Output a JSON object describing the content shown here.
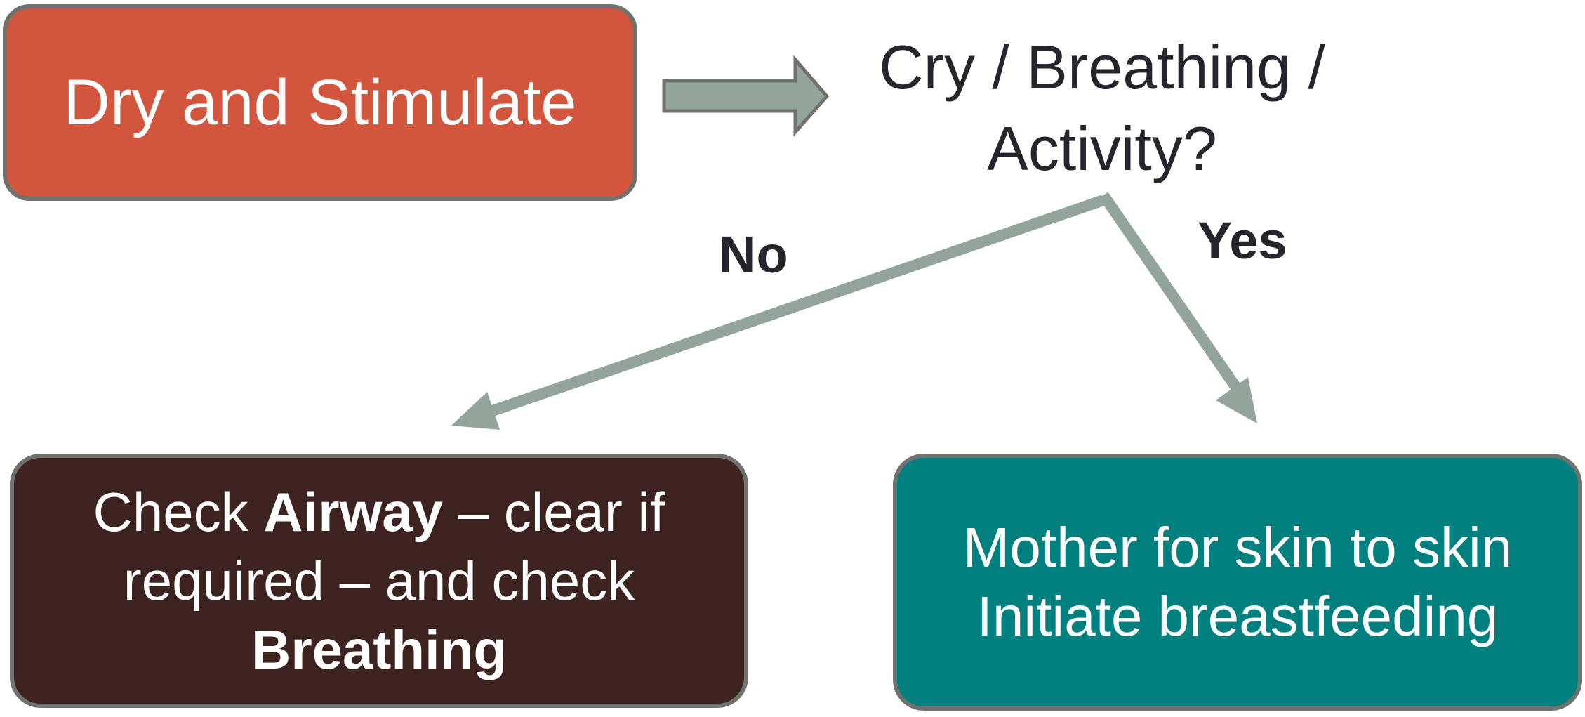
{
  "nodes": {
    "start": {
      "text": "Dry and Stimulate",
      "color": "#d2553d"
    },
    "question": {
      "line1": "Cry / Breathing /",
      "line2": "Activity?"
    },
    "no_action": {
      "part1": "Check ",
      "bold1": "Airway",
      "part2": " – clear if",
      "line2": "required – and check",
      "bold2": "Breathing",
      "color": "#3d2320"
    },
    "yes_action": {
      "line1": "Mother for skin to skin",
      "line2": "Initiate breastfeeding",
      "color": "#027f7f"
    }
  },
  "edges": {
    "no_label": "No",
    "yes_label": "Yes",
    "arrow_color": "#93a59a",
    "arrow_outline": "#6f726e"
  }
}
